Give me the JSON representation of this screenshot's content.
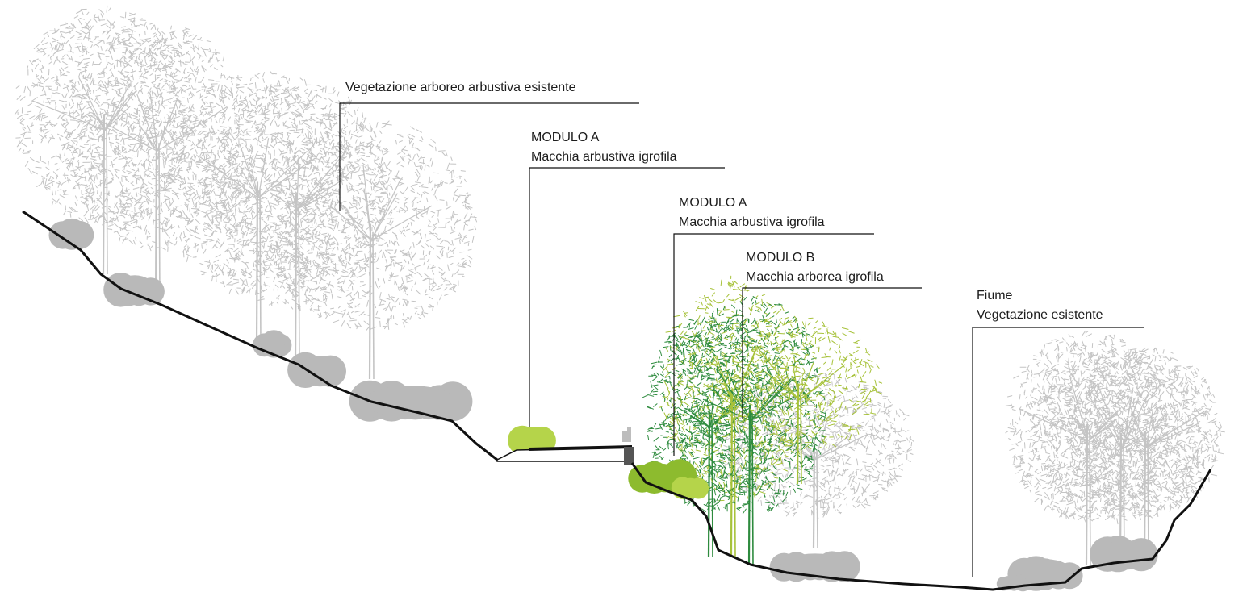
{
  "labels": {
    "existing_vegetation": {
      "line1": "Vegetazione arboreo arbustiva esistente"
    },
    "module_a_upper": {
      "line1": "MODULO A",
      "line2": "Macchia arbustiva igrofila"
    },
    "module_a_lower": {
      "line1": "MODULO A",
      "line2": "Macchia arbustiva igrofila"
    },
    "module_b": {
      "line1": "MODULO B",
      "line2": "Macchia arborea igrofila"
    },
    "river": {
      "line1": "Fiume",
      "line2": "Vegetazione esistente"
    }
  },
  "colors": {
    "existing_vegetation": "#c4c4c4",
    "existing_shrubs": "#b9b9b9",
    "ground_line": "#111111",
    "module_a_shrub": "#8dbb2e",
    "module_a_shrub_light": "#b5d44a",
    "module_b_dark_green": "#2e8b3e",
    "module_b_yellow_green": "#a7c23a"
  }
}
